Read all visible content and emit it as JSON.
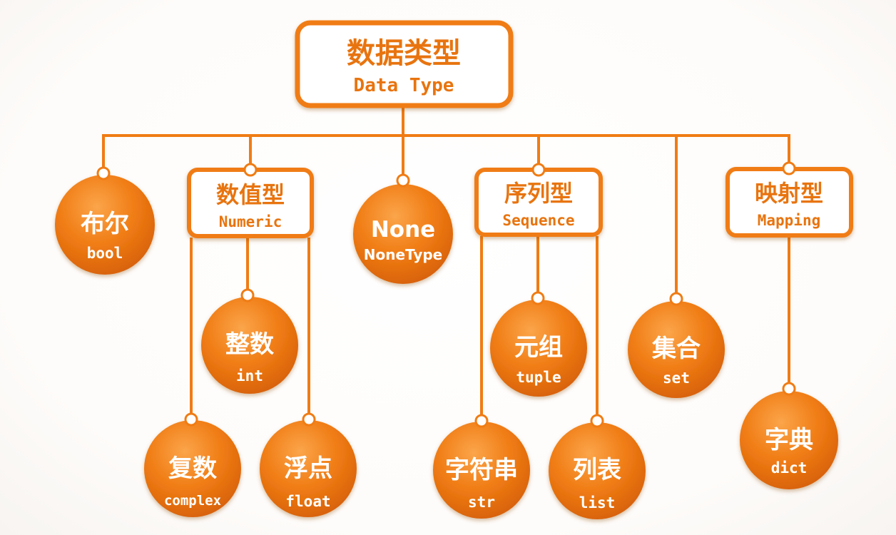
{
  "colors": {
    "orange": "#f07c14",
    "orange_light": "#f79a3a",
    "orange_dark": "#d96408",
    "box_text": "#e8740f",
    "white": "#ffffff"
  },
  "root": {
    "zh": "数据类型",
    "en": "Data Type"
  },
  "groups": {
    "numeric": {
      "zh": "数值型",
      "en": "Numeric"
    },
    "sequence": {
      "zh": "序列型",
      "en": "Sequence"
    },
    "mapping": {
      "zh": "映射型",
      "en": "Mapping"
    }
  },
  "leaves": {
    "bool": {
      "zh": "布尔",
      "en": "bool"
    },
    "none": {
      "zh": "None",
      "en": "NoneType"
    },
    "int": {
      "zh": "整数",
      "en": "int"
    },
    "complex": {
      "zh": "复数",
      "en": "complex"
    },
    "float": {
      "zh": "浮点",
      "en": "float"
    },
    "tuple": {
      "zh": "元组",
      "en": "tuple"
    },
    "str": {
      "zh": "字符串",
      "en": "str"
    },
    "list": {
      "zh": "列表",
      "en": "list"
    },
    "set": {
      "zh": "集合",
      "en": "set"
    },
    "dict": {
      "zh": "字典",
      "en": "dict"
    }
  }
}
